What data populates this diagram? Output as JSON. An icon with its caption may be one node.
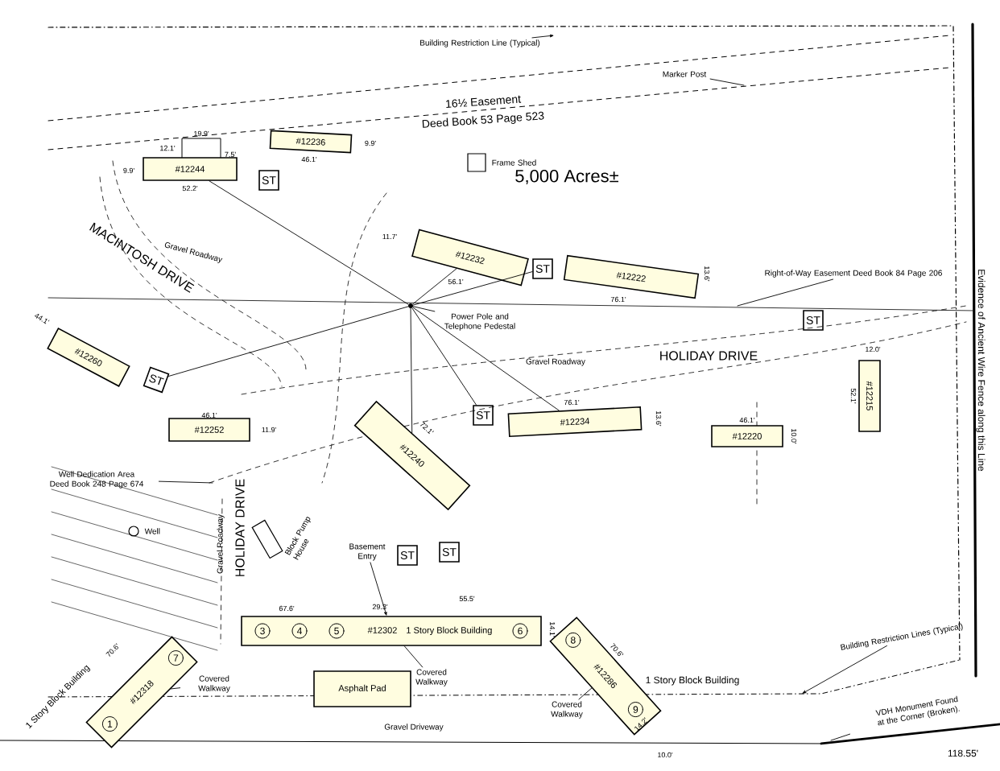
{
  "diagram": {
    "nodes": [
      {
        "text": [
          "#12244"
        ],
        "beside": [
          "19.9'",
          "12.1'",
          "7.5'",
          "9.9'",
          "52.2'"
        ]
      },
      {
        "text": [
          "#12236"
        ],
        "beside": [
          "46.1'",
          "9.9'"
        ]
      },
      {
        "text": [
          "ST"
        ]
      },
      {
        "text": [
          "Frame Shed"
        ]
      },
      {
        "text": [
          "#12232"
        ],
        "beside": [
          "11.7'",
          "56.1'"
        ]
      },
      {
        "text": [
          "ST"
        ]
      },
      {
        "text": [
          "#12222"
        ],
        "beside": [
          "76.1'",
          "13.6'"
        ]
      },
      {
        "text": [
          "ST"
        ]
      },
      {
        "text": [
          "#12260"
        ],
        "beside": [
          "44.1'"
        ]
      },
      {
        "text": [
          "ST"
        ]
      },
      {
        "text": [
          "#12252"
        ],
        "beside": [
          "46.1'",
          "11.9'"
        ]
      },
      {
        "text": [
          "ST"
        ]
      },
      {
        "text": [
          "#12234"
        ],
        "beside": [
          "76.1'",
          "13.6'"
        ]
      },
      {
        "text": [
          "#12220"
        ],
        "beside": [
          "46.1'",
          "10.0'"
        ]
      },
      {
        "text": [
          "#12215"
        ],
        "beside": [
          "12.0'",
          "52.1'"
        ]
      },
      {
        "text": [
          "#12240"
        ],
        "beside": [
          "72.1'"
        ]
      },
      {
        "text": [
          "ST"
        ]
      },
      {
        "text": [
          "ST"
        ]
      },
      {
        "text": [
          "#12302",
          "1 Story Block Building"
        ],
        "beside": [
          "67.6'",
          "29.3'",
          "55.5'",
          "14.1'"
        ]
      },
      {
        "text": [
          "#12318"
        ],
        "beside": [
          "70.6'"
        ]
      },
      {
        "text": [
          "#12286"
        ],
        "beside": [
          "70.6'",
          "14.2'",
          "10.0'"
        ]
      },
      {
        "text": [
          "Asphalt Pad"
        ]
      },
      {
        "text": [
          "Block Pump House"
        ]
      },
      {
        "text": [
          "Well"
        ]
      },
      {
        "text": [],
        "shape": "circle"
      },
      {
        "text": [
          "Power Pole and Telephone Pedestal"
        ]
      },
      {
        "text": [
          "3"
        ],
        "in": 18
      },
      {
        "text": [
          "4"
        ],
        "in": 18
      },
      {
        "text": [
          "5"
        ],
        "in": 18
      },
      {
        "text": [
          "6"
        ],
        "in": 18
      },
      {
        "text": [
          "7"
        ],
        "in": 19
      },
      {
        "text": [
          "1"
        ],
        "in": 19
      },
      {
        "text": [
          "8"
        ],
        "in": 20
      },
      {
        "text": [
          "9"
        ],
        "in": 20
      },
      {
        "text": [
          "Basement Entry"
        ]
      },
      {
        "text": [
          "Covered Walkway"
        ]
      },
      {
        "text": [
          "Covered Walkway"
        ]
      },
      {
        "text": [
          "Covered Walkway"
        ]
      },
      {
        "text": [
          "Right-of-Way Easement Deed Book 84 Page 206"
        ]
      },
      {
        "text": [
          "Marker Post"
        ]
      },
      {
        "text": [
          "Building Restriction Line (Typical)"
        ]
      },
      {
        "text": [
          "Building Restriction Lines (Typical)"
        ]
      },
      {
        "text": [
          "VDH Monument Found at the Corner (Broken)."
        ]
      },
      {
        "text": [
          "Well Dedication Area Deed Book 248 Page 674"
        ]
      }
    ],
    "edges": [
      {
        "from": 25,
        "to": 24,
        "arrow": "none"
      },
      {
        "from": 24,
        "to": 0,
        "arrow": "none"
      },
      {
        "from": 24,
        "to": 4,
        "arrow": "none"
      },
      {
        "from": 24,
        "to": 5,
        "arrow": "none"
      },
      {
        "from": 24,
        "to": 9,
        "arrow": "none"
      },
      {
        "from": 24,
        "to": 12,
        "arrow": "none"
      },
      {
        "from": 24,
        "to": 15,
        "arrow": "none"
      },
      {
        "from": 24,
        "to": 11,
        "arrow": "none"
      },
      {
        "from": 34,
        "to": 18,
        "arrow": "to"
      },
      {
        "from": 35,
        "to": 18,
        "arrow": "none"
      },
      {
        "from": 36,
        "to": 19,
        "arrow": "none"
      },
      {
        "from": 37,
        "to": 20,
        "arrow": "none"
      },
      {
        "from": 38,
        "to": null,
        "arrow": "none"
      },
      {
        "from": 39,
        "to": null,
        "arrow": "none"
      },
      {
        "from": 40,
        "to": null,
        "arrow": "to"
      },
      {
        "from": 41,
        "to": null,
        "arrow": "to"
      },
      {
        "from": 42,
        "to": null,
        "arrow": "none"
      },
      {
        "from": 43,
        "to": null,
        "arrow": "none"
      }
    ],
    "labels": [
      "5,000 Acres±",
      "16½ Easement",
      "Deed Book 53 Page 523",
      "MACINTOSH DRIVE",
      "Gravel Roadway",
      "Gravel Roadway",
      "HOLIDAY DRIVE",
      "HOLIDAY DRIVE",
      "Gravel Roadway",
      "Evidence of Ancient Wire Fence along this Line",
      "Gravel Driveway",
      "1 Story Block Building",
      "1 Story Block Building",
      "118.55'"
    ]
  }
}
